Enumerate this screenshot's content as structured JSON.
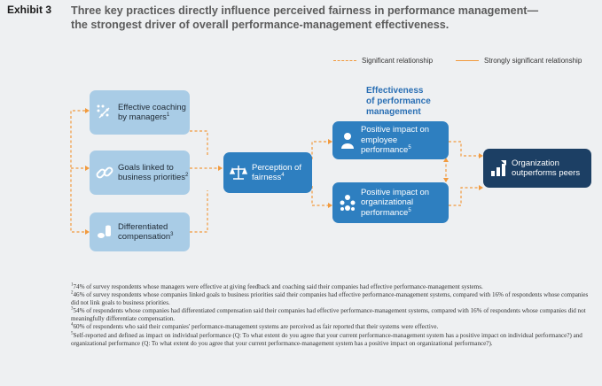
{
  "exhibit": {
    "label": "Exhibit 3"
  },
  "title": {
    "line1": "Three key practices directly influence perceived fairness in performance management—",
    "line2": "the strongest driver of overall performance-management effectiveness."
  },
  "legend": {
    "significant": "Significant relationship",
    "strongly_significant": "Strongly significant relationship"
  },
  "colors": {
    "light_box": "#a9cce6",
    "mid_box": "#2e7fc0",
    "dark_box": "#1c3f64",
    "connector": "#f19a3e",
    "heading": "#2a6fb4"
  },
  "practices": [
    {
      "label": "Effective coaching by managers",
      "note": "1",
      "icon": "coaching-icon"
    },
    {
      "label": "Goals linked to business priorities",
      "note": "2",
      "icon": "link-icon"
    },
    {
      "label": "Differentiated compensation",
      "note": "3",
      "icon": "coins-icon"
    }
  ],
  "fairness": {
    "label": "Perception of fairness",
    "note": "4",
    "icon": "scales-icon"
  },
  "effectiveness_heading": {
    "line1": "Effectiveness",
    "line2": "of performance",
    "line3": "management"
  },
  "impacts": [
    {
      "label": "Positive impact on employee performance",
      "note": "5",
      "icon": "person-icon"
    },
    {
      "label": "Positive impact on organizational performance",
      "note": "5",
      "icon": "group-icon"
    }
  ],
  "outcome": {
    "label": "Organization outperforms peers",
    "icon": "bar-chart-icon"
  },
  "footnotes": [
    {
      "n": "1",
      "text": "74% of survey respondents whose managers were effective at giving feedback and coaching said their companies had effective performance-management systems."
    },
    {
      "n": "2",
      "text": "46% of survey respondents whose companies linked goals to business priorities said their companies had effective performance-management systems, compared with 16% of respondents whose companies did not link goals to business priorities."
    },
    {
      "n": "3",
      "text": "54% of respondents whose companies had differentiated compensation said their companies had effective performance-management systems, compared with 16% of respondents whose companies did not meaningfully differentiate compensation."
    },
    {
      "n": "4",
      "text": "60% of respondents who said their companies' performance-management systems are perceived as fair reported that their systems were effective."
    },
    {
      "n": "5",
      "text": "Self-reported and defined as impact on individual performance (Q: To what extent do you agree that your current performance-management system has a positive impact on individual performance?) and organizational performance (Q: To what extent do you agree that your current performance-management system has a positive impact on organizational performance?)."
    }
  ]
}
